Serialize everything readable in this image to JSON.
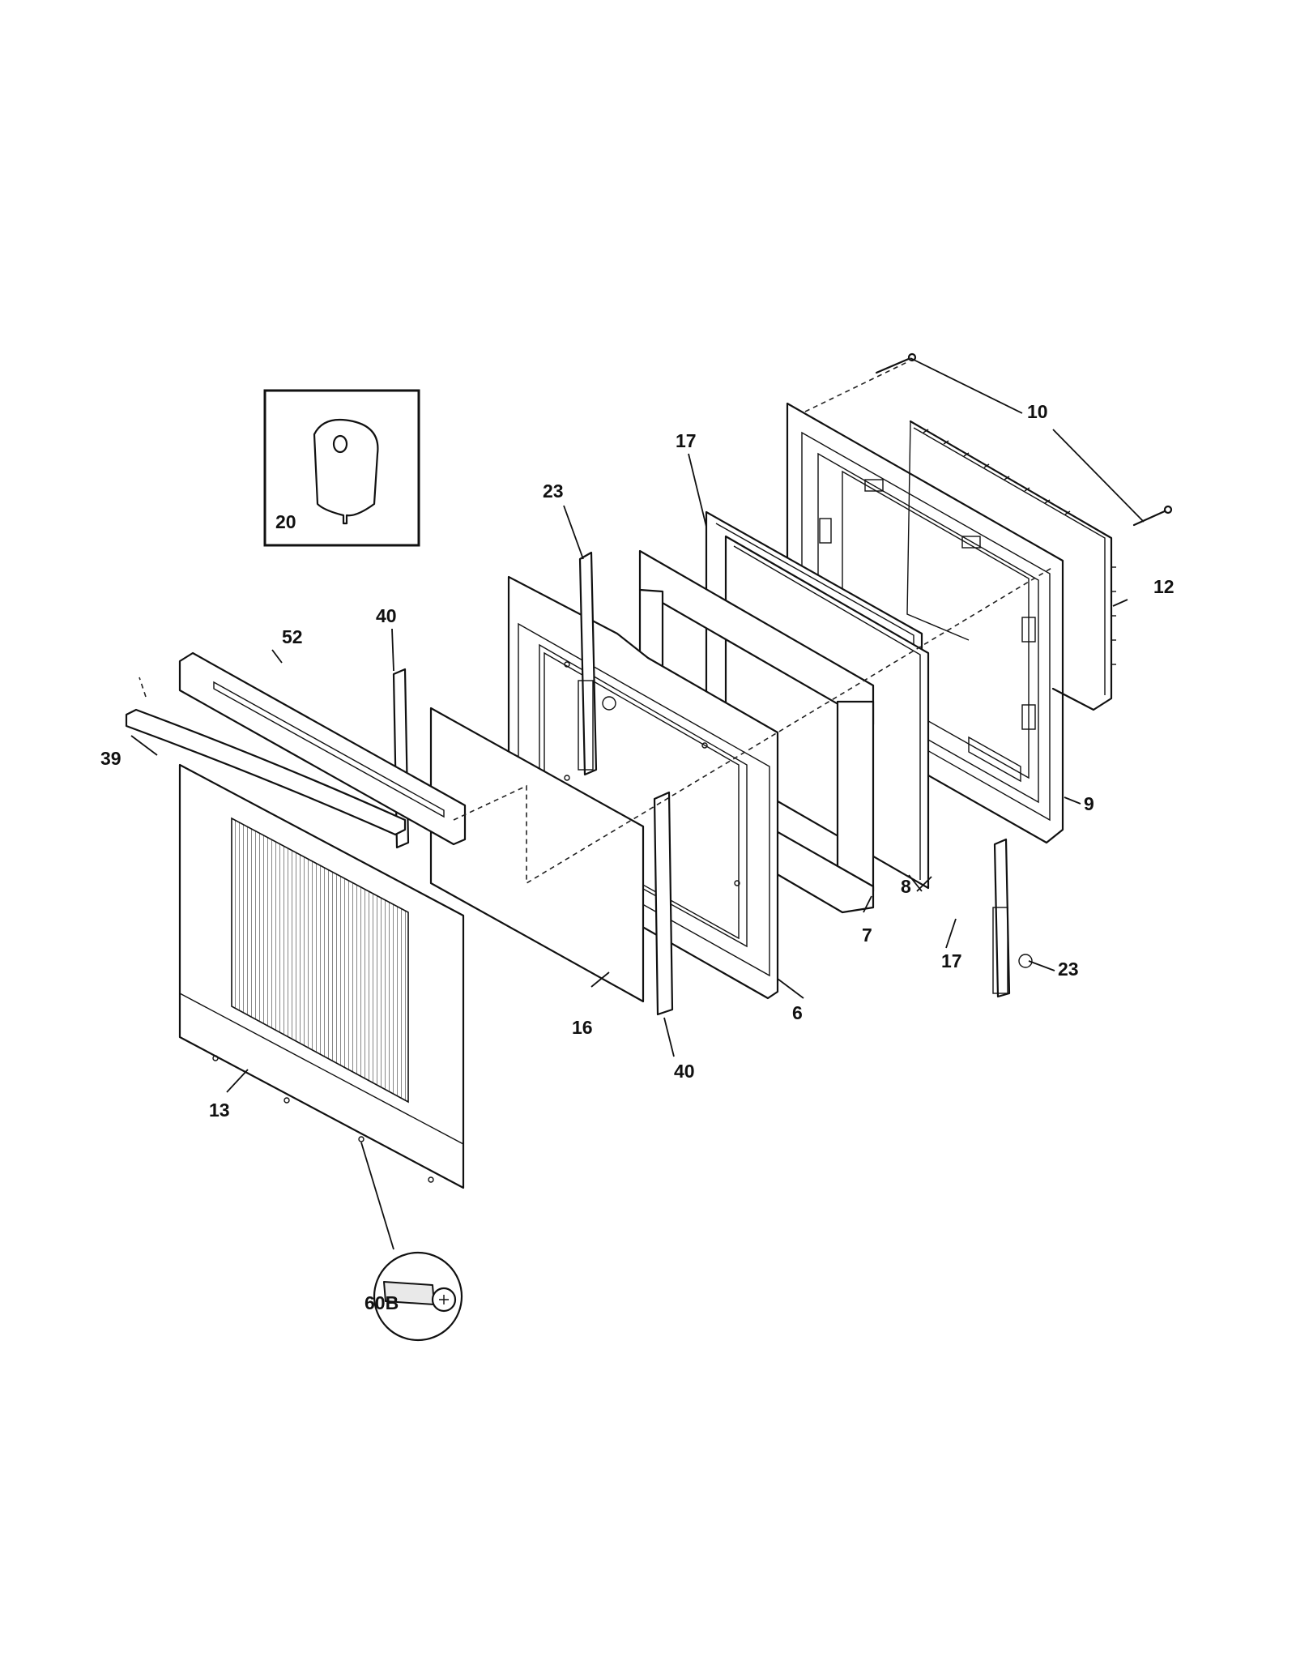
{
  "callouts": {
    "c10": "10",
    "c12": "12",
    "c9": "9",
    "c17a": "17",
    "c17b": "17",
    "c8": "8",
    "c7": "7",
    "c6": "6",
    "c16": "16",
    "c40a": "40",
    "c40b": "40",
    "c23a": "23",
    "c23b": "23",
    "c52": "52",
    "c39": "39",
    "c13": "13",
    "c20": "20",
    "c60b": "60B"
  },
  "colors": {
    "line": "#111111",
    "shade": "#e9e9e9",
    "background": "#ffffff"
  }
}
